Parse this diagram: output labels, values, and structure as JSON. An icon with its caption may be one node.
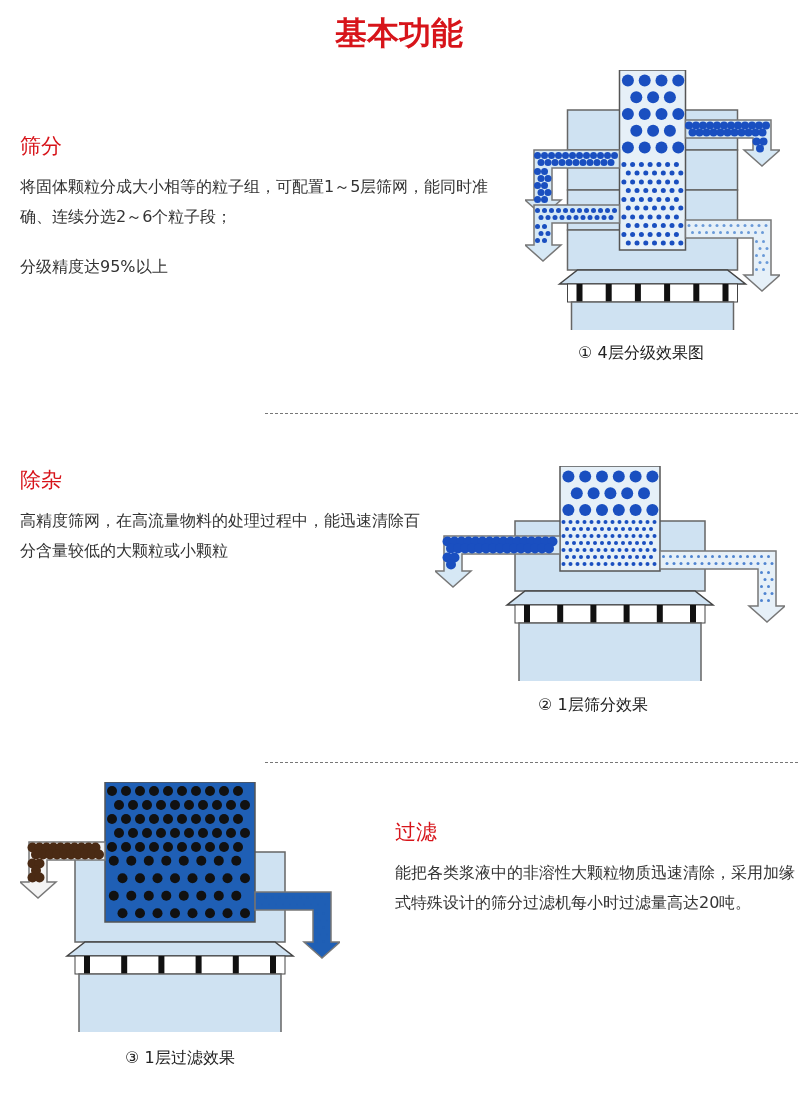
{
  "diagram": {
    "title": "基本功能",
    "labels": [
      "筛分",
      "将固体颗粒分成大小相等的粒子组，可配置1～5层筛网，能同时准确、连续分选2～6个粒子段；",
      "分级精度达95%以上",
      "① 4层分级效果图",
      "除杂",
      "高精度筛网，在高流量物料的处理过程中，能迅速清除百分含量较低的大颗粒或小颗粒",
      "② 1层筛分效果",
      "过滤",
      "能把各类浆液中的非溶性大颗粒物质迅速清除，采用加缘式特殊设计的筛分过滤机每小时过滤量高达20吨。",
      "③ 1层过滤效果"
    ]
  }
}
